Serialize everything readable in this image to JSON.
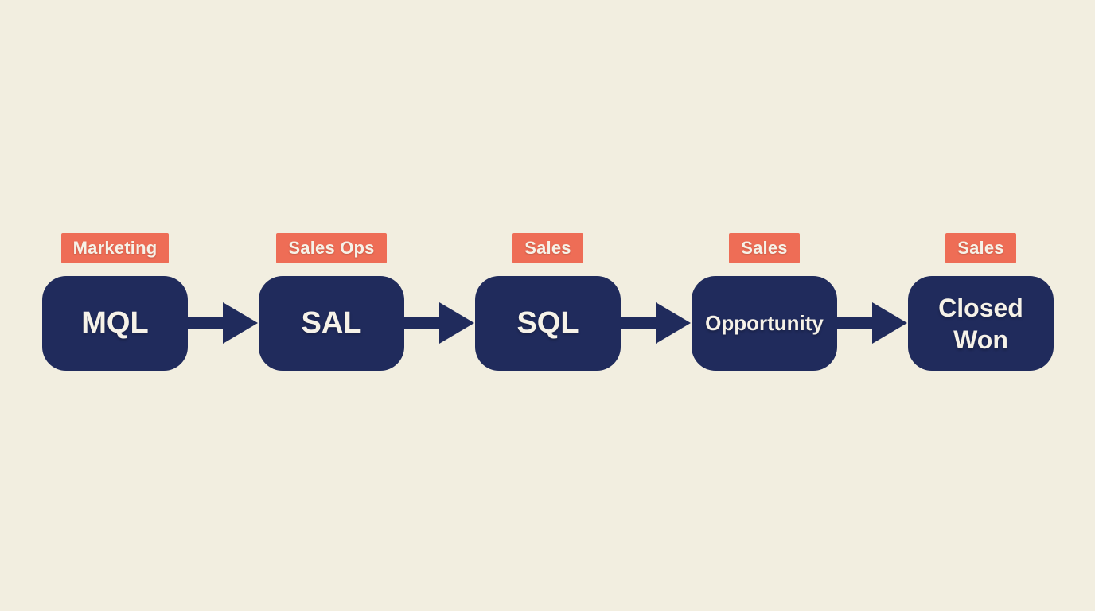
{
  "diagram": {
    "type": "flowchart",
    "direction": "left-to-right",
    "stages": [
      {
        "owner": "Marketing",
        "name": "MQL"
      },
      {
        "owner": "Sales Ops",
        "name": "SAL"
      },
      {
        "owner": "Sales",
        "name": "SQL"
      },
      {
        "owner": "Sales",
        "name": "Opportunity"
      },
      {
        "owner": "Sales",
        "name": "Closed Won"
      }
    ],
    "connections": [
      {
        "from": "MQL",
        "to": "SAL"
      },
      {
        "from": "SAL",
        "to": "SQL"
      },
      {
        "from": "SQL",
        "to": "Opportunity"
      },
      {
        "from": "Opportunity",
        "to": "Closed Won"
      }
    ],
    "colors": {
      "background": "#f2eee0",
      "stage_box": "#202b5c",
      "owner_tag": "#ee6d56",
      "text_light": "#f6f2e8",
      "arrow": "#202b5c"
    }
  }
}
